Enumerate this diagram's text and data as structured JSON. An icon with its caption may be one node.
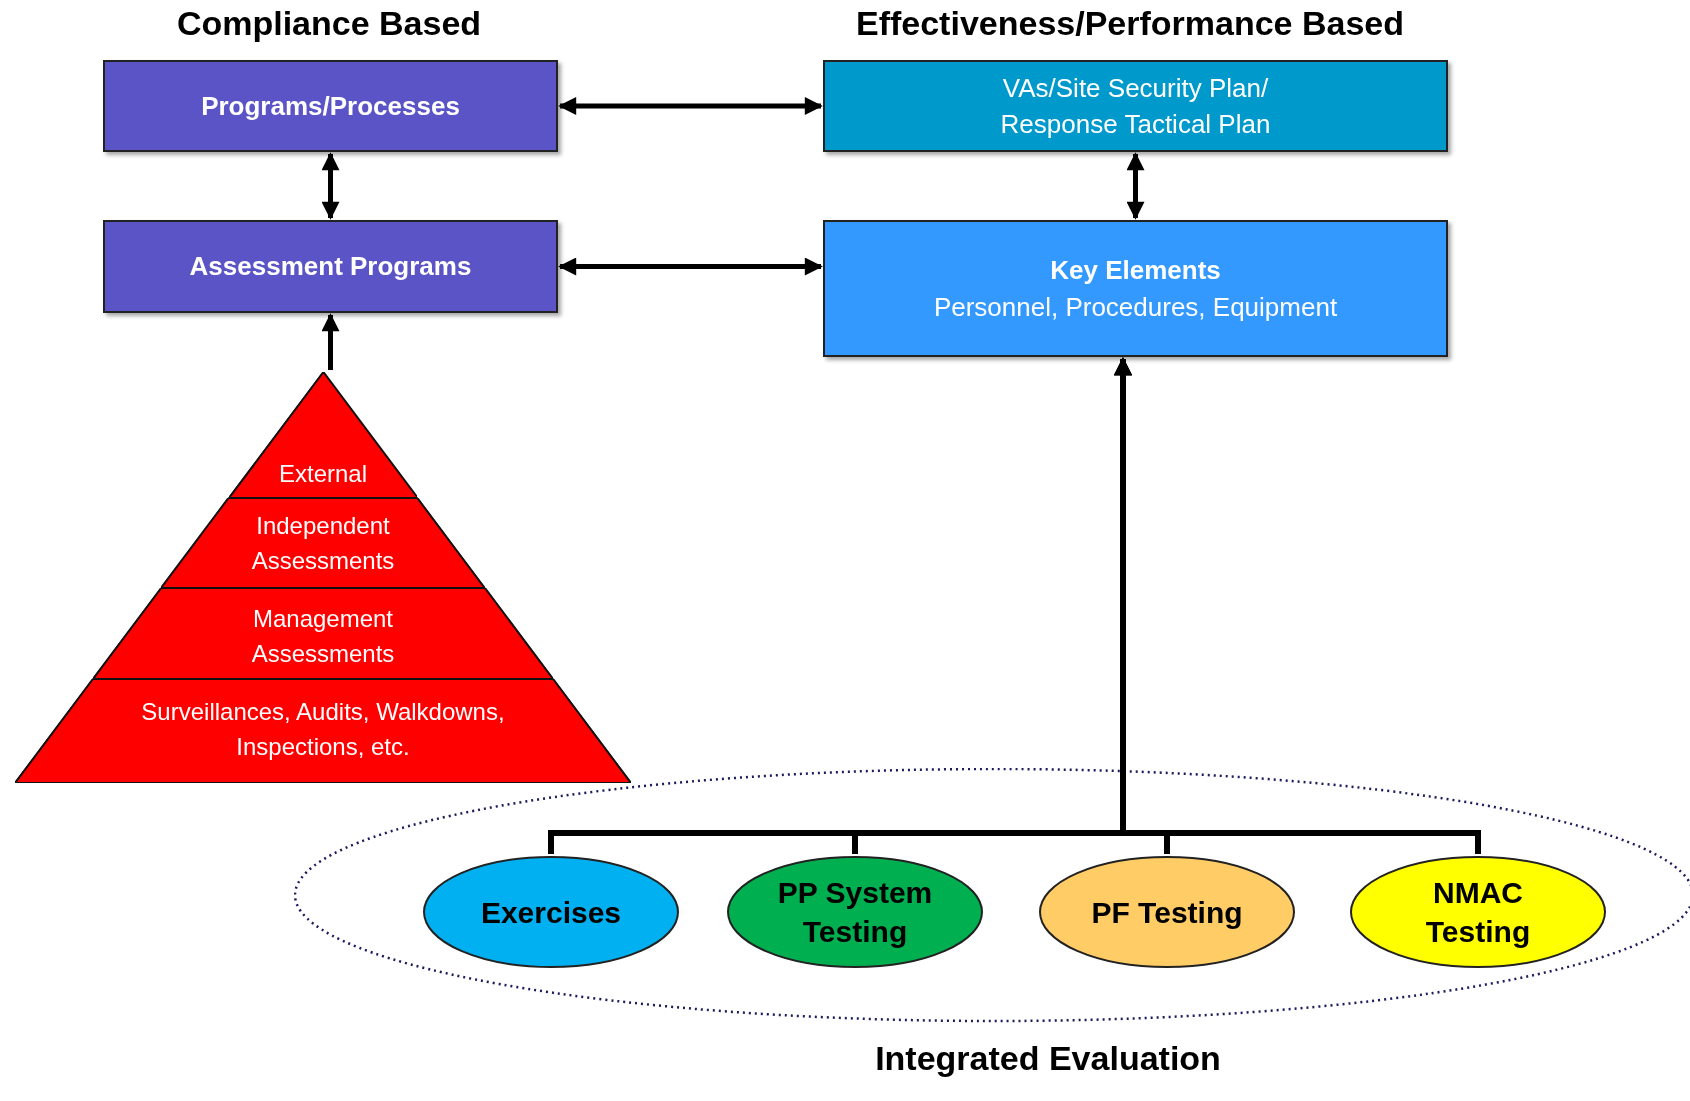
{
  "diagram": {
    "nodes": [
      {
        "text": [
          "Programs/Processes"
        ]
      },
      {
        "text": [
          "VAs/Site Security Plan/ Response Tactical Plan"
        ]
      },
      {
        "text": [
          "Assessment Programs"
        ]
      },
      {
        "text": [
          "Key Elements",
          "Personnel, Procedures, Equipment"
        ]
      },
      {
        "text": [],
        "shape": "triangle"
      },
      {
        "text": [
          "External"
        ],
        "in": 4
      },
      {
        "text": [
          "Independent Assessments"
        ],
        "in": 4
      },
      {
        "text": [
          "Management Assessments"
        ],
        "in": 4
      },
      {
        "text": [
          "Surveillances, Audits, Walkdowns, Inspections, etc."
        ],
        "in": 4
      },
      {
        "text": [
          "Integrated Evaluation"
        ]
      },
      {
        "text": [
          "Exercises"
        ],
        "in": 9
      },
      {
        "text": [
          "PP System Testing"
        ],
        "in": 9
      },
      {
        "text": [
          "PF Testing"
        ],
        "in": 9
      },
      {
        "text": [
          "NMAC Testing"
        ],
        "in": 9
      }
    ],
    "edges": [
      {
        "from": 0,
        "to": 1,
        "arrow": "both"
      },
      {
        "from": 0,
        "to": 2,
        "arrow": "both"
      },
      {
        "from": 1,
        "to": 3,
        "arrow": "both"
      },
      {
        "from": 2,
        "to": 3,
        "arrow": "both"
      },
      {
        "from": 4,
        "to": 2,
        "arrow": "to"
      },
      {
        "from": 10,
        "to": 3,
        "arrow": "to"
      },
      {
        "from": 11,
        "to": 3,
        "arrow": "to"
      },
      {
        "from": 12,
        "to": 3,
        "arrow": "to"
      },
      {
        "from": 13,
        "to": 3,
        "arrow": "to"
      }
    ],
    "labels": [
      "Compliance Based",
      "Effectiveness/Performance Based"
    ]
  }
}
